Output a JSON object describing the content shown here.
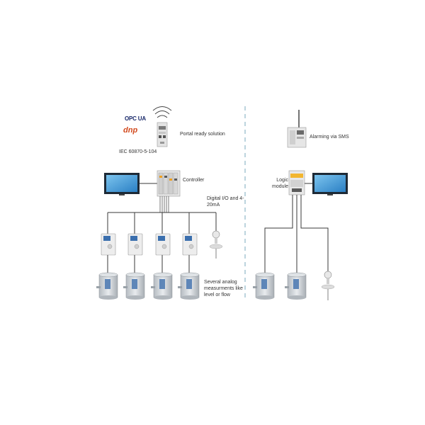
{
  "labels": {
    "portal": "Portal ready solution",
    "iec": "IEC 60870-5-104",
    "controller": "Controller",
    "digital_io": "Digital I/O and 4-20mA",
    "analog": "Several analog measurments like level or flow",
    "alarming": "Alarming via SMS",
    "logic": "Logic module"
  },
  "logos": {
    "opc": "OPC UA",
    "dnp": "dnp"
  },
  "colors": {
    "line": "#3a3a3a",
    "divider": "#8fb8c8",
    "screen": "#3e9ad6",
    "monitor": "#1e2a36",
    "device": "#e6e6e6",
    "tank": "#c8ccd0"
  }
}
